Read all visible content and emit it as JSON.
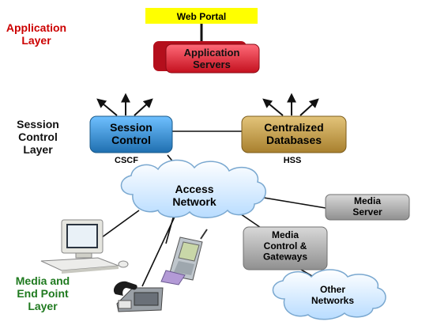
{
  "layers": {
    "application": [
      "Application",
      "Layer"
    ],
    "session": [
      "Session",
      "Control",
      "Layer"
    ],
    "media": [
      "Media and",
      "End Point",
      "Layer"
    ]
  },
  "nodes": {
    "web_portal": [
      "Web Portal"
    ],
    "app_servers": [
      "Application",
      "Servers"
    ],
    "session_control": [
      "Session",
      "Control"
    ],
    "central_db": [
      "Centralized",
      "Databases"
    ],
    "access_network": [
      "Access",
      "Network"
    ],
    "media_server": [
      "Media",
      "Server"
    ],
    "media_control": [
      "Media",
      "Control &",
      "Gateways"
    ],
    "other_networks": [
      "Other",
      "Networks"
    ]
  },
  "captions": {
    "cscf": "CSCF",
    "hss": "HSS"
  },
  "colors": {
    "application_layer_text": "#cc0000",
    "session_layer_text": "#111111",
    "media_layer_text": "#1f7a1f",
    "web_portal_fill": "#ffff00",
    "app_server_fill": "#e8283c",
    "session_control_fill": "#2f8fd0",
    "central_db_fill": "#c9a24a",
    "gray_box_fill": "#a8a8a8",
    "cloud_fill": "#d4ecff",
    "cloud_stroke": "#7aa8d0"
  },
  "icons": [
    "computer-icon",
    "mobile-phone-icon",
    "desk-phone-icon"
  ]
}
